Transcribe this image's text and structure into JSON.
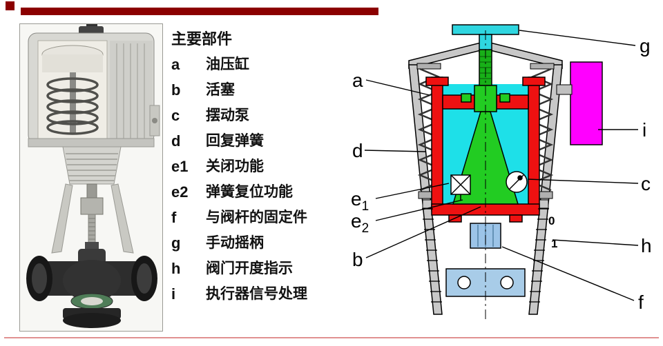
{
  "slide": {
    "top_bar_color": "#8b0000",
    "bottom_line_color": "#e09090"
  },
  "legend": {
    "title": "主要部件",
    "items": [
      {
        "key": "a",
        "label": "油压缸"
      },
      {
        "key": "b",
        "label": "活塞"
      },
      {
        "key": "c",
        "label": "摆动泵"
      },
      {
        "key": "d",
        "label": "回复弹簧"
      },
      {
        "key": "e1",
        "label": "关闭功能"
      },
      {
        "key": "e2",
        "label": "弹簧复位功能"
      },
      {
        "key": "f",
        "label": "与阀杆的固定件"
      },
      {
        "key": "g",
        "label": "手动摇柄"
      },
      {
        "key": "h",
        "label": "阀门开度指示"
      },
      {
        "key": "i",
        "label": "执行器信号处理"
      }
    ]
  },
  "diagram": {
    "labels": {
      "a": "a",
      "b": "b",
      "c": "c",
      "d": "d",
      "e1_base": "e",
      "e1_sub": "1",
      "e2_base": "e",
      "e2_sub": "2",
      "f": "f",
      "g": "g",
      "h": "h",
      "i": "i"
    },
    "scale_marks": {
      "zero": "0",
      "one": "1"
    },
    "colors": {
      "handle_cyan": "#2fd6e0",
      "body_gray": "#c8c8c8",
      "cylinder_red": "#ee1111",
      "fluid_cyan": "#1ee0e8",
      "piston_green": "#22cc22",
      "stem_green": "#18b018",
      "signal_box_magenta": "#ff00ff",
      "stem_fixture_blue": "#9cc4e8",
      "bracket_blue": "#a8cce8"
    }
  }
}
